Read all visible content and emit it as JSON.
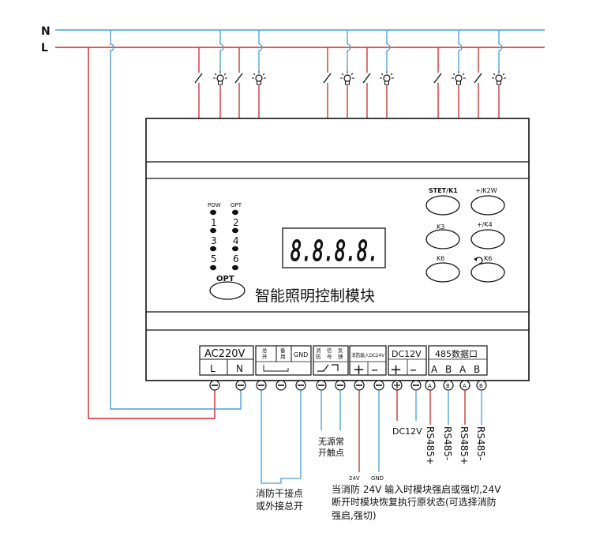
{
  "lines": {
    "n_label": "N",
    "l_label": "L"
  },
  "colors": {
    "neutral": "#4a9fd6",
    "live": "#c8282a",
    "outline": "#111111"
  },
  "relay_numbers": [
    "1",
    "2",
    "3",
    "4",
    "5",
    "6"
  ],
  "panel": {
    "led_labels": {
      "pow": "POW",
      "opt": "OPT"
    },
    "led_numbers": [
      "1",
      "2",
      "3",
      "4",
      "5",
      "6"
    ],
    "opt_label": "OPT",
    "display_digits": "8.8.8.8.",
    "module_name": "智能照明控制模块",
    "buttons": {
      "set_k1": "STET/K1",
      "k2w": "+/K2W",
      "k3": "K3",
      "k4": "+/K4",
      "k6_left": "K6",
      "k6_right": "K6"
    }
  },
  "terminals": {
    "ac_header": "AC220V",
    "ac_l": "L",
    "ac_n": "N",
    "fire_a1": "总",
    "fire_a2": "开",
    "fire_b1": "备",
    "fire_b2": "用",
    "gnd": "GND",
    "fb_1a": "消",
    "fb_1b": "防",
    "fb_2a": "信",
    "fb_2b": "号",
    "fb_3a": "反",
    "fb_3b": "馈",
    "fire_input": "消防输入DC24V",
    "dc12_header": "DC12V",
    "rs485_header": "485数据口",
    "rs_a1": "A",
    "rs_b1": "B",
    "rs_a2": "A",
    "rs_b2": "B"
  },
  "annotations": {
    "dc12v": "DC12V",
    "rs1": "RS485+",
    "rs2": "RS485-",
    "rs3": "RS485+",
    "rs4": "RS485-",
    "dry_contact_1": "无源常",
    "dry_contact_2": "开触点",
    "label_24v": "24V",
    "label_gnd": "GND",
    "fire_switch_1": "消防干接点",
    "fire_switch_2": "或外接总开",
    "fire_note_1": "当消防 24V 输入时模块强启或强切,24V",
    "fire_note_2": "断开时模块恢复执行原状态(可选择消防",
    "fire_note_3": "强启,强切)"
  }
}
